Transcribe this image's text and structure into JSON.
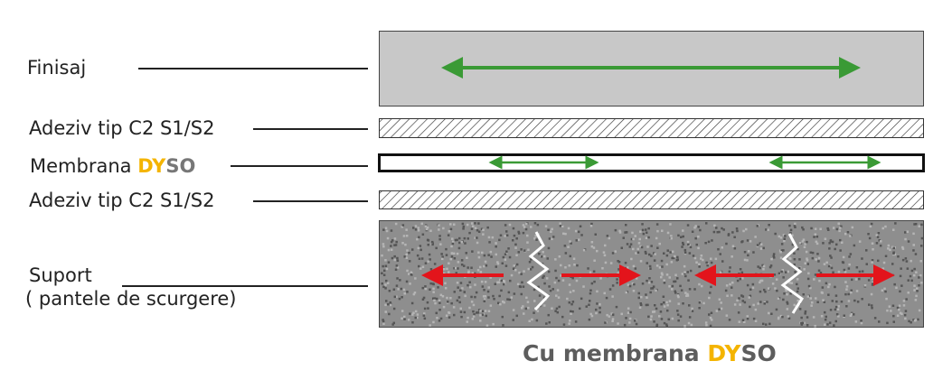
{
  "labels": {
    "finish": "Finisaj",
    "adhesive_top": "Adeziv tip C2 S1/S2",
    "membrane_prefix": "Membrana",
    "brand_dy": "DY",
    "brand_so": "SO",
    "adhesive_bottom": "Adeziv tip C2 S1/S2",
    "support": "Suport",
    "support_note": "( pantele de scurgere)"
  },
  "caption": {
    "prefix": "Cu membrana",
    "brand_dy": "DY",
    "brand_so": "SO"
  },
  "colors": {
    "green_arrow": "#3a9a35",
    "red_arrow": "#e3141b",
    "brand_yellow": "#f4b400",
    "brand_gray": "#777777"
  }
}
